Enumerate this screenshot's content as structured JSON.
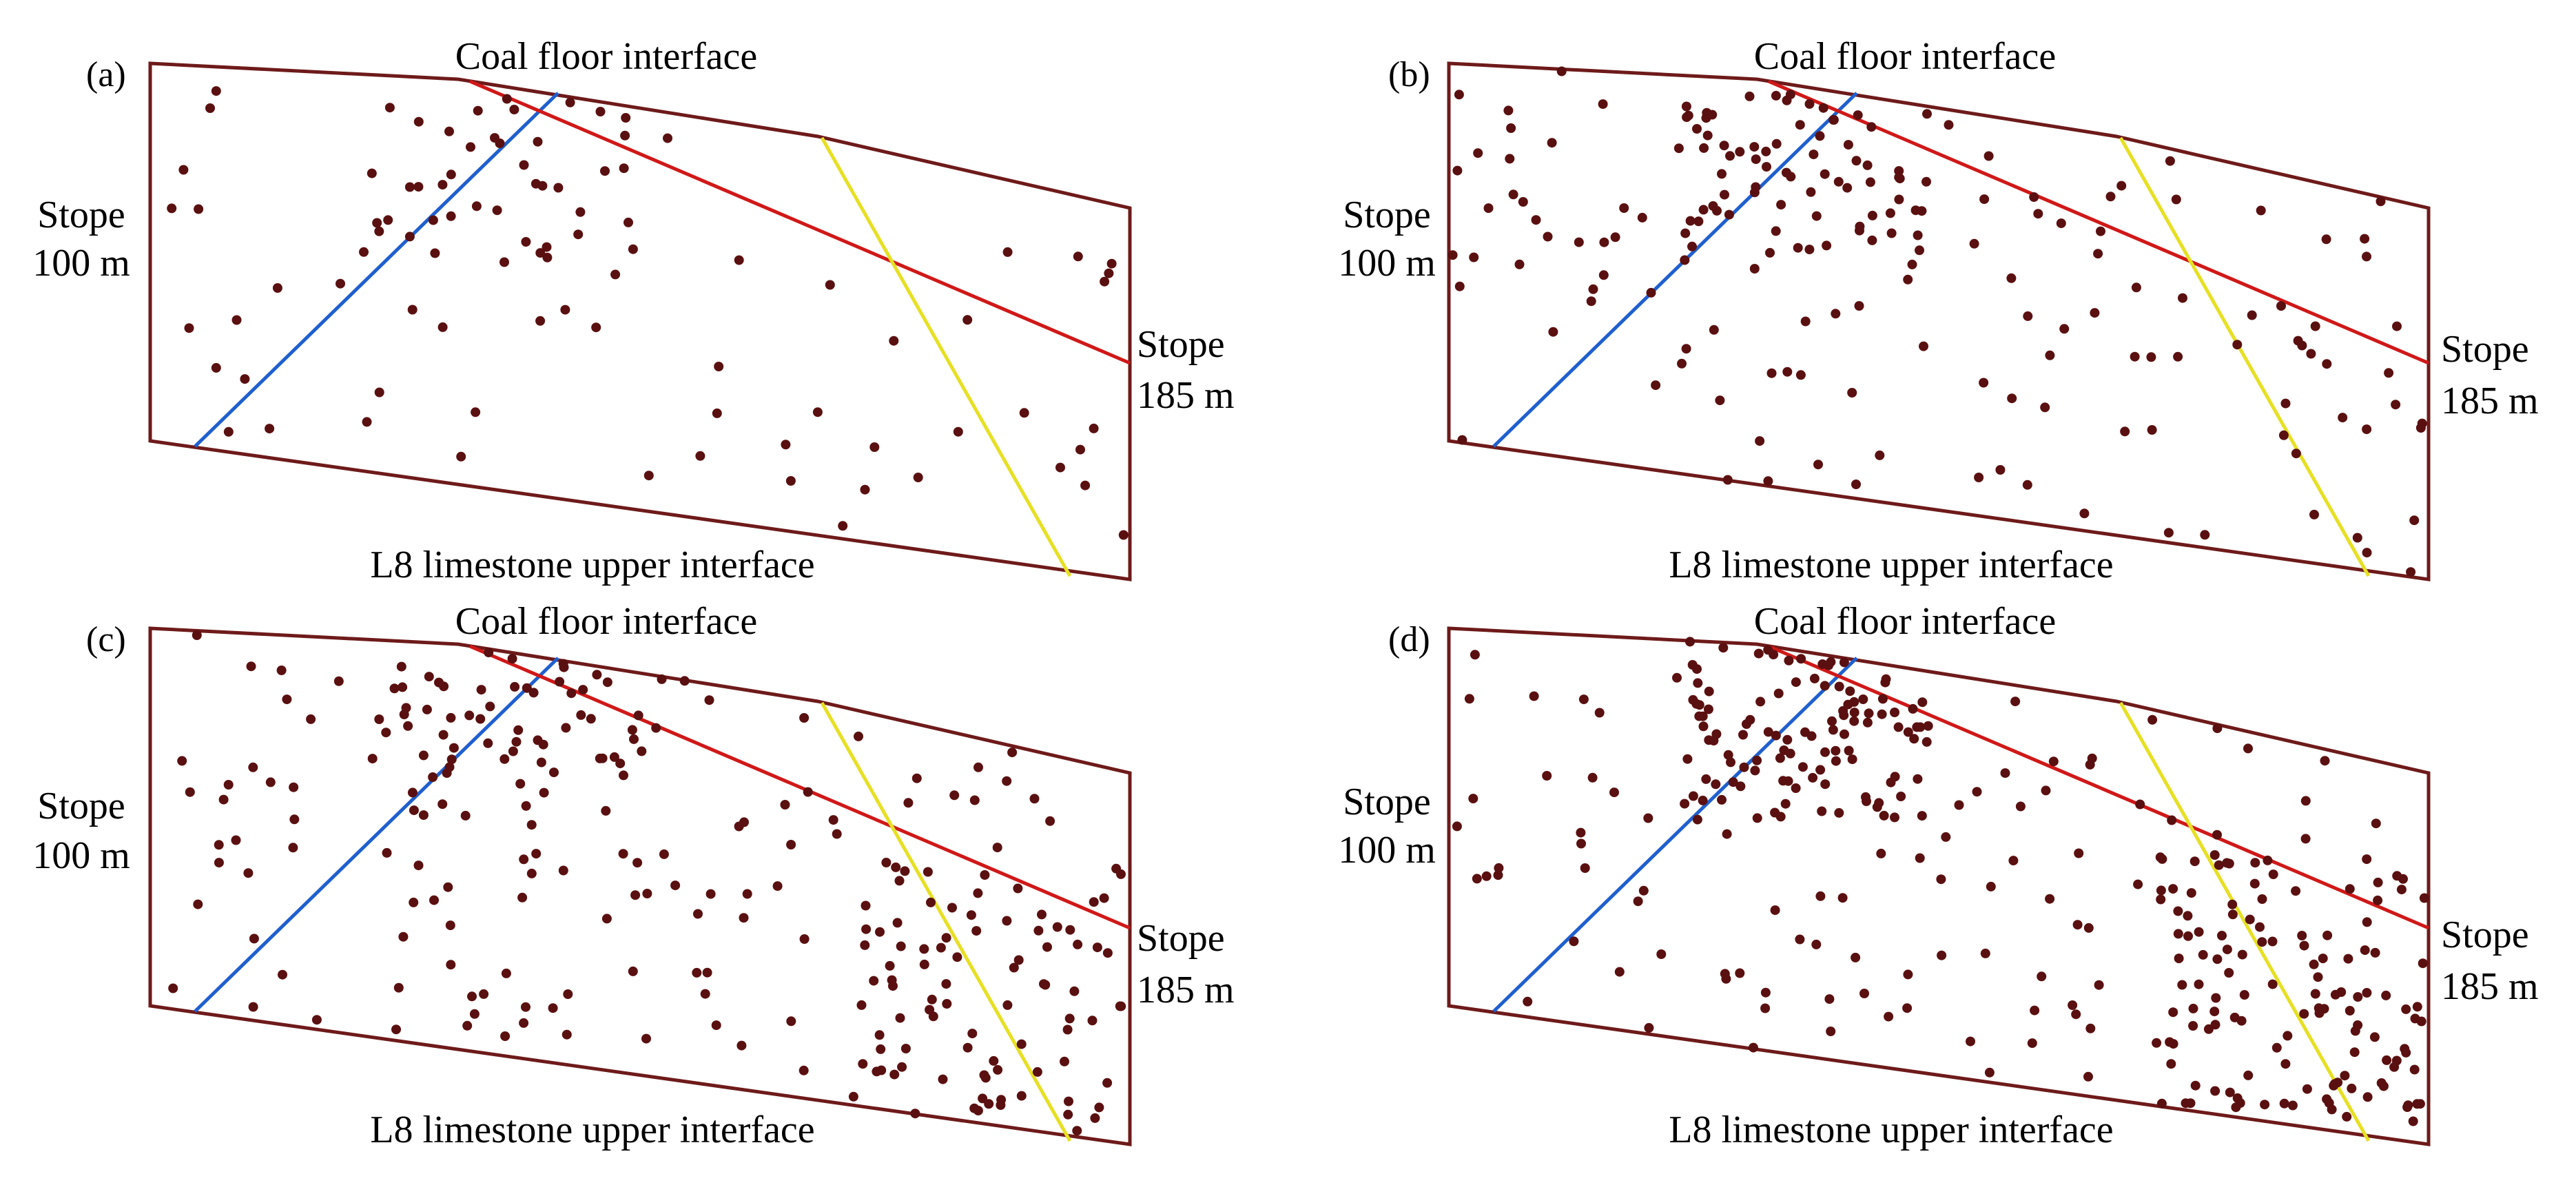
{
  "panels": [
    {
      "letter": "(a)",
      "top": "Coal floor interface",
      "bottom": "L8 limestone upper interface",
      "left_1": "Stope",
      "left_2": "100 m",
      "right_1": "Stope",
      "right_2": "185 m",
      "event_count": 95
    },
    {
      "letter": "(b)",
      "top": "Coal floor interface",
      "bottom": "L8 limestone upper interface",
      "left_1": "Stope",
      "left_2": "100 m",
      "right_1": "Stope",
      "right_2": "185 m",
      "event_count": 190
    },
    {
      "letter": "(c)",
      "top": "Coal floor interface",
      "bottom": "L8 limestone upper interface",
      "left_1": "Stope",
      "left_2": "100 m",
      "right_1": "Stope",
      "right_2": "185 m",
      "event_count": 255
    },
    {
      "letter": "(d)",
      "top": "Coal floor interface",
      "bottom": "L8 limestone upper interface",
      "left_1": "Stope",
      "left_2": "100 m",
      "right_1": "Stope",
      "right_2": "185 m",
      "event_count": 330
    }
  ],
  "colors": {
    "outline": "#6e1a1a",
    "event": "#5a1010",
    "blue_line": "#1f5fcf",
    "red_line": "#d01818",
    "yellow_line": "#e6e022"
  }
}
